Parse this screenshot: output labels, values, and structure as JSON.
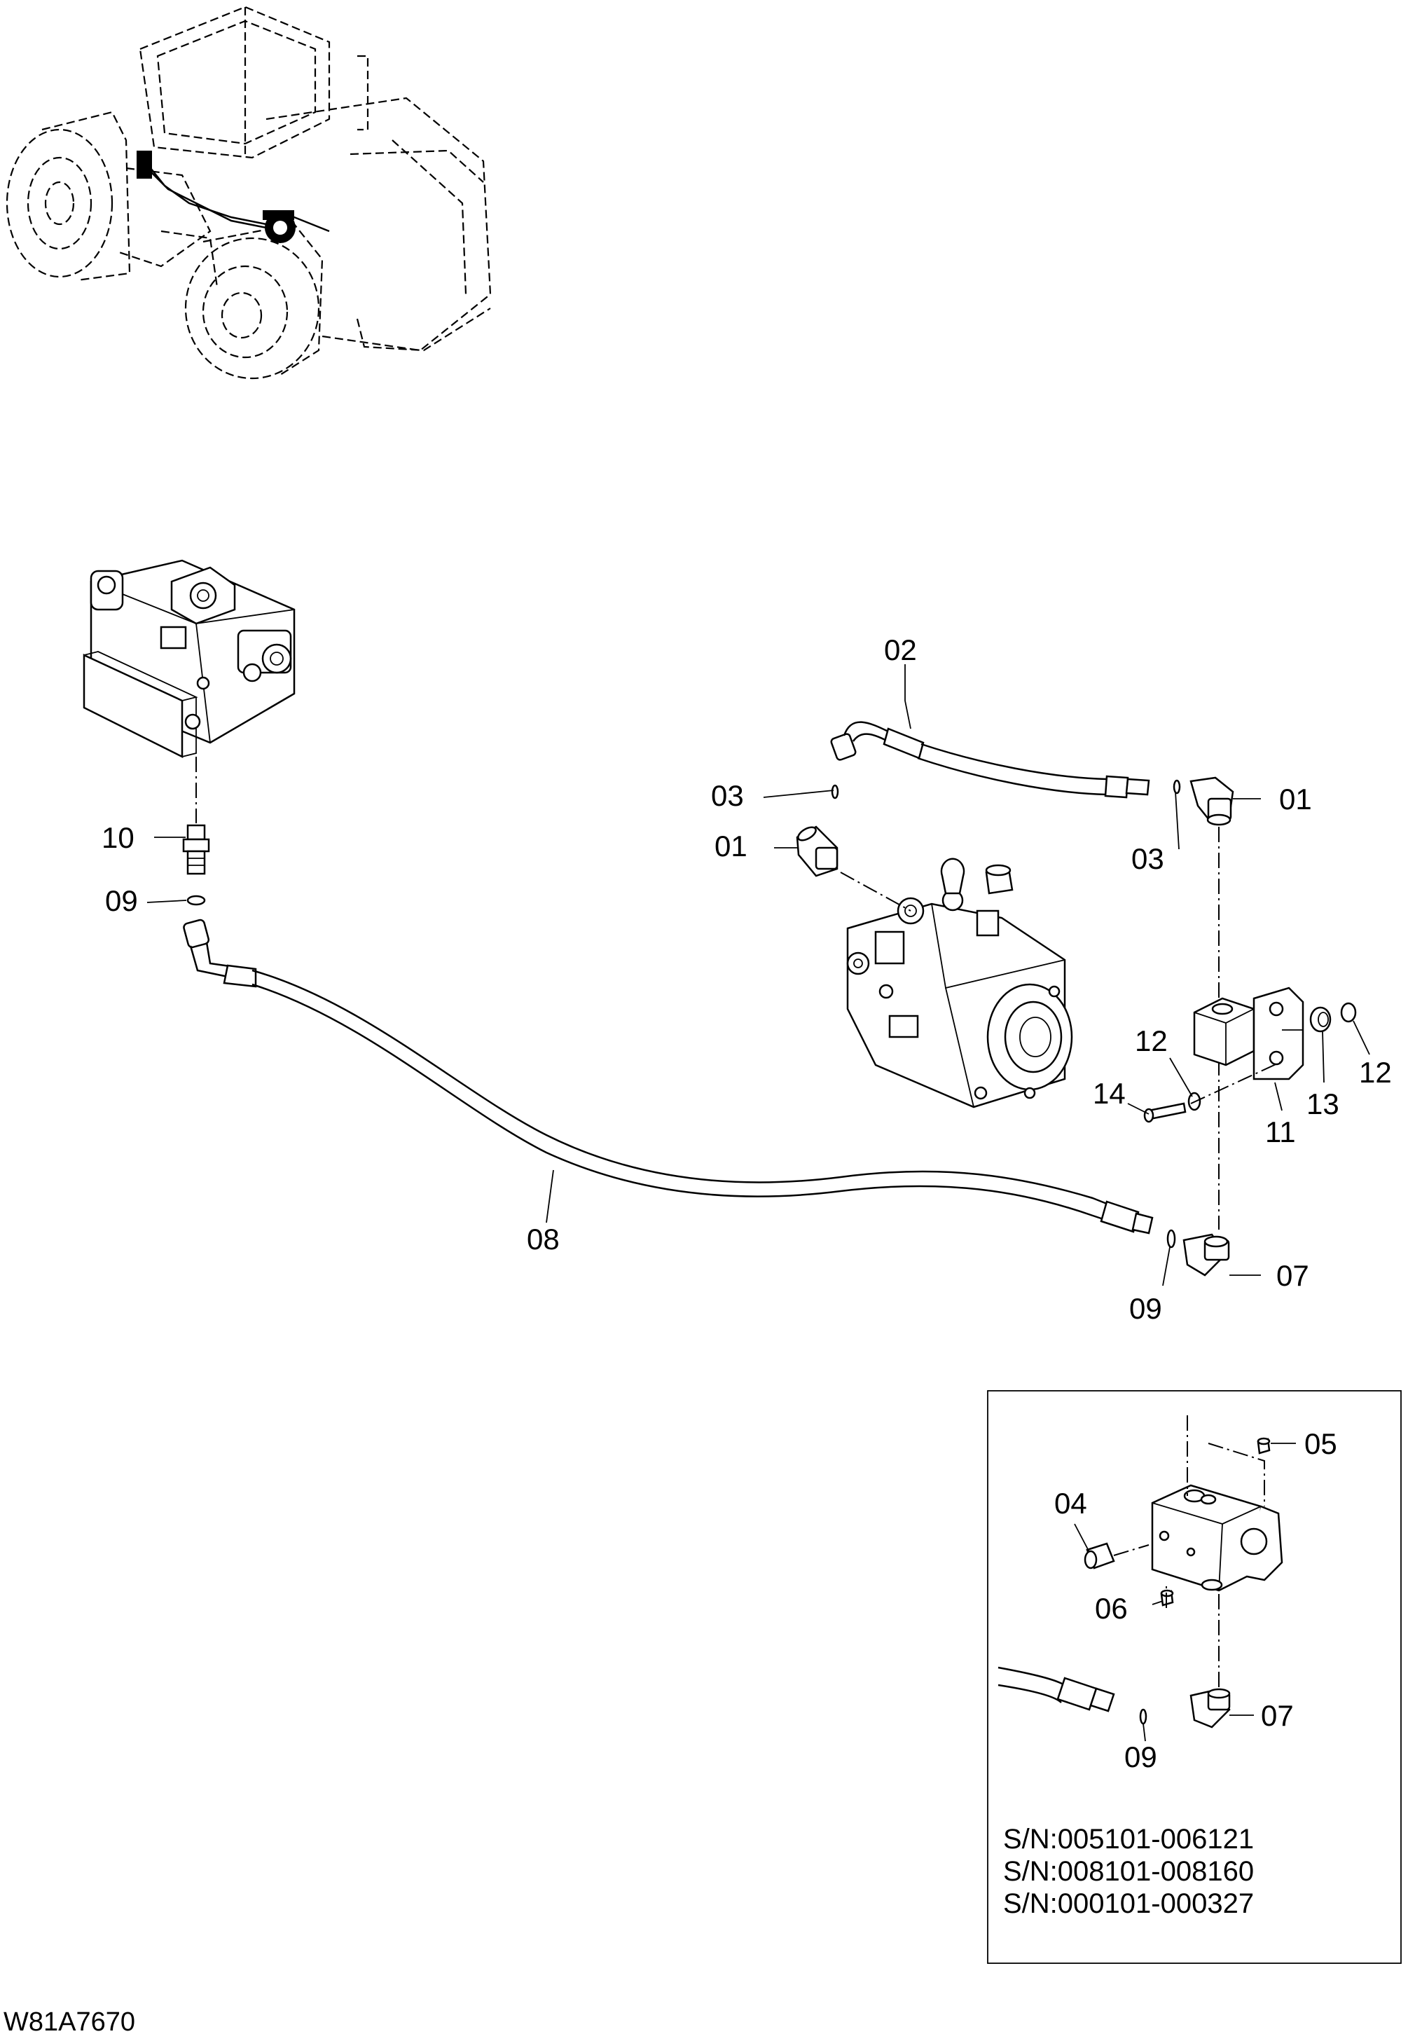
{
  "drawing_code": "W81A7670",
  "callouts": {
    "c01a": "01",
    "c01b": "01",
    "c02": "02",
    "c03a": "03",
    "c03b": "03",
    "c04": "04",
    "c05": "05",
    "c06": "06",
    "c07a": "07",
    "c07b": "07",
    "c08": "08",
    "c09a": "09",
    "c09b": "09",
    "c09c": "09",
    "c10": "10",
    "c11": "11",
    "c12a": "12",
    "c12b": "12",
    "c13": "13",
    "c14": "14"
  },
  "serial_numbers": [
    "S/N:005101-006121",
    "S/N:008101-008160",
    "S/N:000101-000327"
  ]
}
